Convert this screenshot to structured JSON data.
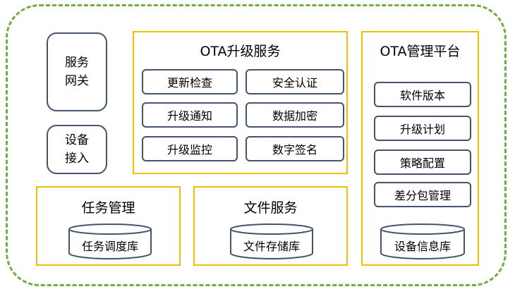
{
  "left_boxes": {
    "gateway": {
      "line1": "服务",
      "line2": "网关"
    },
    "device_access": {
      "line1": "设备",
      "line2": "接入"
    }
  },
  "ota_service": {
    "title": "OTA升级服务",
    "items": [
      "更新检查",
      "安全认证",
      "升级通知",
      "数据加密",
      "升级监控",
      "数字签名"
    ]
  },
  "ota_platform": {
    "title": "OTA管理平台",
    "items": [
      "软件版本",
      "升级计划",
      "策略配置",
      "差分包管理"
    ],
    "database": "设备信息库"
  },
  "task_mgmt": {
    "title": "任务管理",
    "database": "任务调度库"
  },
  "file_service": {
    "title": "文件服务",
    "database": "文件存储库"
  },
  "colors": {
    "outer_border": "#70ad47",
    "panel_border": "#f0c000",
    "box_border": "#44546a"
  }
}
